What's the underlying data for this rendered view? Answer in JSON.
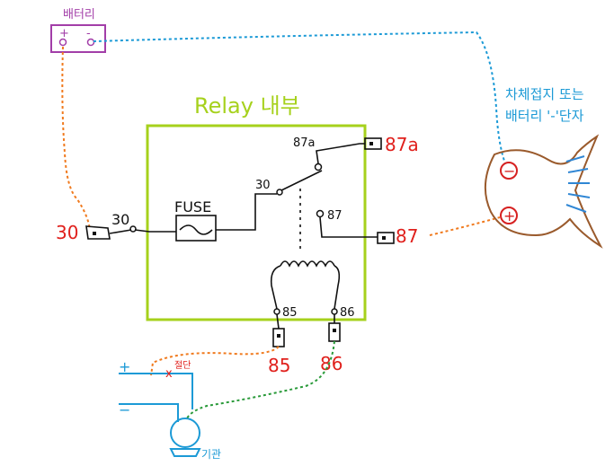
{
  "colors": {
    "battery": "#a23ea8",
    "relay_box": "#a6d11c",
    "wire_black": "#111111",
    "wire_orange": "#f07a1e",
    "wire_blue": "#1c9ad6",
    "wire_green": "#2a9a3a",
    "label_red": "#e0201c",
    "fish": "#9a5a2c",
    "fish_dots": "#d62020",
    "fish_gills": "#2f86d4"
  },
  "battery": {
    "title": "배터리",
    "plus": "+",
    "minus": "-"
  },
  "relay": {
    "title": "Relay 내부",
    "fuse": "FUSE",
    "pin_30_inner": "30",
    "pin_30_common": "30",
    "pin_87a_inner": "87a",
    "pin_87_inner": "87",
    "pin_85_inner": "85",
    "pin_86_inner": "86"
  },
  "terminals": {
    "t30": "30",
    "t87a": "87a",
    "t87": "87",
    "t85": "85",
    "t86": "86"
  },
  "ground_note": {
    "line1": "차체접지 또는",
    "line2": "배터리 '-'단자"
  },
  "fish": {
    "minus_symbol": "−",
    "plus_symbol": "+"
  },
  "switch_circuit": {
    "plus": "+",
    "minus": "−",
    "switch_mark": "x",
    "switch_label": "절단",
    "device_label": "기관"
  }
}
